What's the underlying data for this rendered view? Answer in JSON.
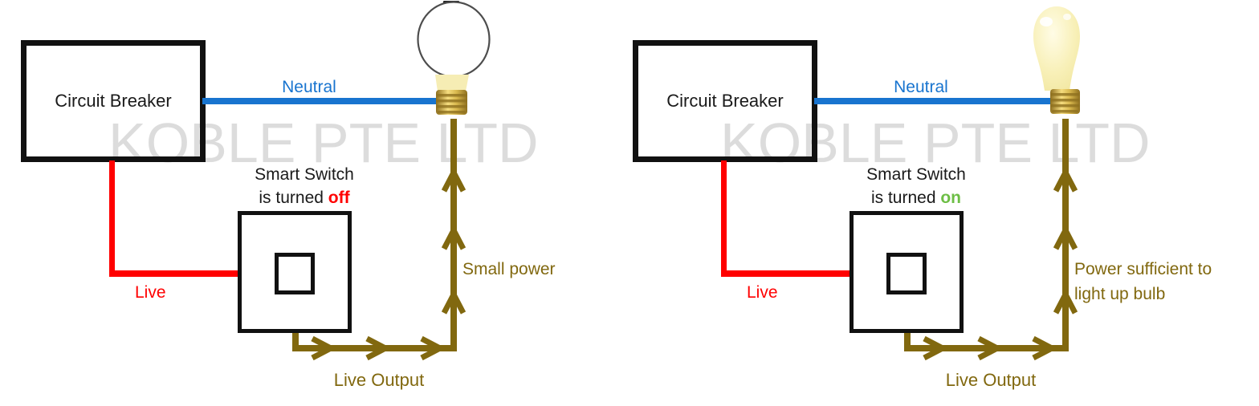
{
  "watermark": {
    "text": "KOBLE PTE LTD"
  },
  "colors": {
    "blue": "#1874CF",
    "red": "#FF0000",
    "olive": "#81680F",
    "green": "#6DBE45",
    "wm": "#DCDCDC",
    "gold-light": "#F5DC7E",
    "gold-dark": "#8F701F",
    "glass": "#F8F0B8",
    "ink": "#1A1A1A"
  },
  "panels": [
    {
      "breaker_label": "Circuit Breaker",
      "neutral_label": "Neutral",
      "live_label": "Live",
      "switch_caption_line1": "Smart Switch",
      "switch_caption_line2_prefix": "is turned ",
      "switch_state": "off",
      "live_output_label": "Live Output",
      "note_line1": "Small power",
      "note_line2": "",
      "bulb": "off"
    },
    {
      "breaker_label": "Circuit Breaker",
      "neutral_label": "Neutral",
      "live_label": "Live",
      "switch_caption_line1": "Smart Switch",
      "switch_caption_line2_prefix": "is turned ",
      "switch_state": "on",
      "live_output_label": "Live Output",
      "note_line1": "Power sufficient to",
      "note_line2": "light up bulb",
      "bulb": "on"
    }
  ]
}
